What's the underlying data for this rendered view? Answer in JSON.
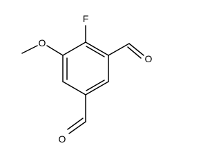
{
  "molecule": {
    "atoms": {
      "fluorine": "F",
      "methoxy_oxygen": "O",
      "aldehyde_oxygen_top": "O",
      "aldehyde_oxygen_bottom": "O"
    }
  },
  "colors": {
    "bond": "#000000",
    "label": "#000000",
    "background": "#ffffff"
  }
}
